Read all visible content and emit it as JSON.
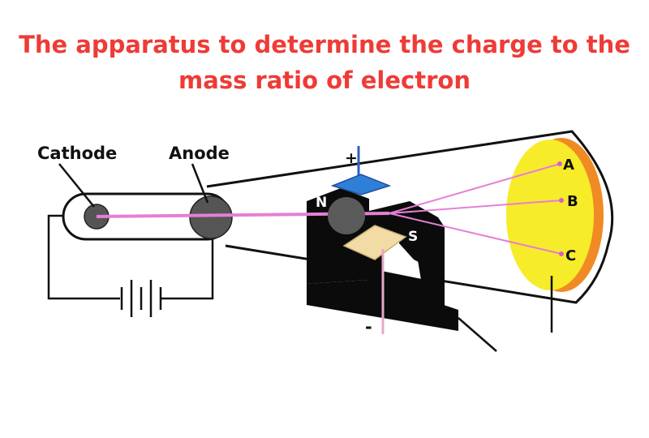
{
  "title": {
    "line1": "The apparatus to determine the charge to the",
    "line2": "mass ratio of electron"
  },
  "labels": {
    "cathode": "Cathode",
    "anode": "Anode",
    "north": "N",
    "south": "S",
    "plus": "+",
    "minus": "-",
    "point_a": "A",
    "point_b": "B",
    "point_c": "C"
  },
  "colors": {
    "title": "#ee3b36",
    "beam": "#e57fd6",
    "screen": "#f7ec2a",
    "screen_edge": "#f08a24",
    "plate_top": "#2f7fd6",
    "plate_bottom": "#f3dba6",
    "electrode": "#555555"
  }
}
